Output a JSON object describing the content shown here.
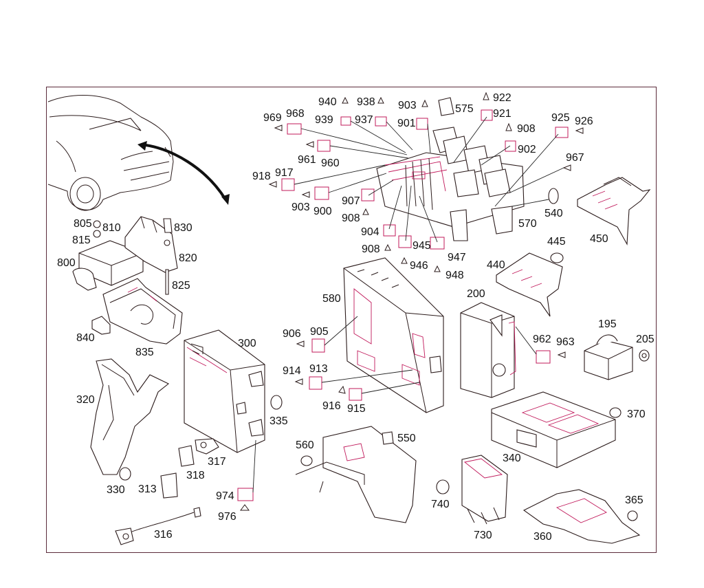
{
  "figure": {
    "labels": {
      "l940": "940",
      "l938": "938",
      "l903a": "903",
      "l575": "575",
      "l922": "922",
      "l969": "969",
      "l968": "968",
      "l939": "939",
      "l937": "937",
      "l901": "901",
      "l921": "921",
      "l908a": "908",
      "l925": "925",
      "l926": "926",
      "l961": "961",
      "l960": "960",
      "l902": "902",
      "l918": "918",
      "l917": "917",
      "l967": "967",
      "l903b": "903",
      "l900": "900",
      "l907": "907",
      "l908b": "908",
      "l540": "540",
      "l570": "570",
      "l904": "904",
      "l908c": "908",
      "l945": "945",
      "l946": "946",
      "l947": "947",
      "l948": "948",
      "l450": "450",
      "l445": "445",
      "l440": "440",
      "l805": "805",
      "l810": "810",
      "l830": "830",
      "l815": "815",
      "l820": "820",
      "l800": "800",
      "l825": "825",
      "l580": "580",
      "l200": "200",
      "l840": "840",
      "l835": "835",
      "l906": "906",
      "l905": "905",
      "l300": "300",
      "l962": "962",
      "l963": "963",
      "l195": "195",
      "l205": "205",
      "l914": "914",
      "l913": "913",
      "l916": "916",
      "l915": "915",
      "l320": "320",
      "l335": "335",
      "l370": "370",
      "l560": "560",
      "l550": "550",
      "l317": "317",
      "l318": "318",
      "l340": "340",
      "l330": "330",
      "l313": "313",
      "l740": "740",
      "l974": "974",
      "l365": "365",
      "l976": "976",
      "l316": "316",
      "l730": "730",
      "l360": "360"
    }
  }
}
